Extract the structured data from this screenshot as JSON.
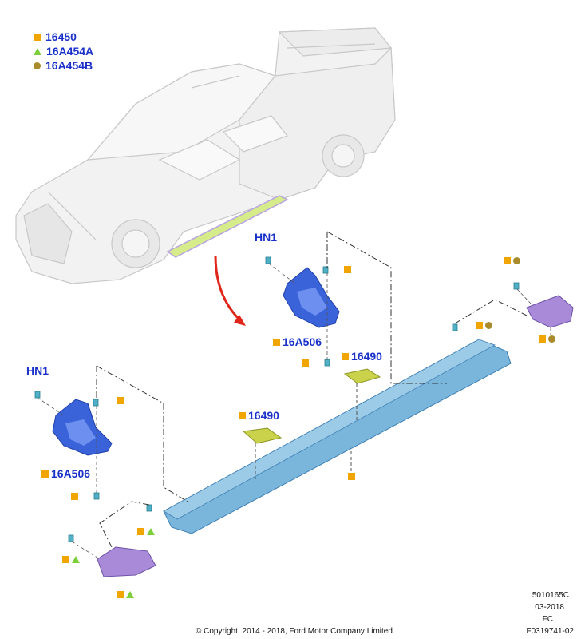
{
  "legend": [
    {
      "symbol": "square",
      "label": "16450"
    },
    {
      "symbol": "triangle",
      "label": "16A454A"
    },
    {
      "symbol": "circle",
      "label": "16A454B"
    }
  ],
  "labels": {
    "hn1_upper": "HN1",
    "hn1_lower": "HN1",
    "bracket_upper": "16A506",
    "bracket_lower": "16A506",
    "pad_upper": "16490",
    "pad_lower": "16490"
  },
  "footer": {
    "code1": "5010165C",
    "date": "03-2018",
    "code2": "FC",
    "figure": "F0319741-02",
    "copyright": "© Copyright, 2014 - 2018, Ford Motor Company Limited"
  },
  "colors": {
    "fastener_square": "#f0a500",
    "fastener_triangle": "#7ccf3a",
    "fastener_circle": "#a98b2c",
    "part_label": "#1a31c9",
    "bracket": "#3b63d9",
    "running_board": "#7ab6dc",
    "end_cap": "#a98ad8",
    "step_pad": "#c9d24a",
    "arrow": "#e0261b"
  }
}
